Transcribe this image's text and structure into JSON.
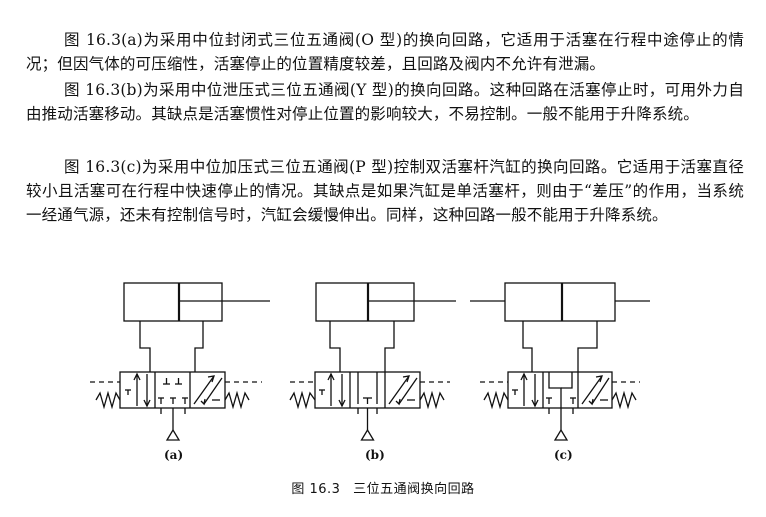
{
  "paragraphs": [
    "图 16.3(a)为采用中位封闭式三位五通阀(O 型)的换向回路，它适用于活塞在行程中途停止的情况；但因气体的可压缩性，活塞停止的位置精度较差，且回路及阀内不允许有泄漏。",
    "图 16.3(b)为采用中位泄压式三位五通阀(Y 型)的换向回路。这种回路在活塞停止时，可用外力自由推动活塞移动。其缺点是活塞惯性对停止位置的影响较大，不易控制。一般不能用于升降系统。",
    "图 16.3(c)为采用中位加压式三位五通阀(P 型)控制双活塞杆汽缸的换向回路。它适用于活塞直径较小且活塞可在行程中快速停止的情况。其缺点是如果汽缸是单活塞杆，则由于“差压”的作用，当系统一经通气源，还未有控制信号时，汽缸会缓慢伸出。同样，这种回路一般不能用于升降系统。"
  ],
  "figure": {
    "sublabels": [
      "(a)",
      "(b)",
      "(c)"
    ],
    "caption_number": "图 16.3",
    "caption_title": "三位五通阀换向回路"
  }
}
